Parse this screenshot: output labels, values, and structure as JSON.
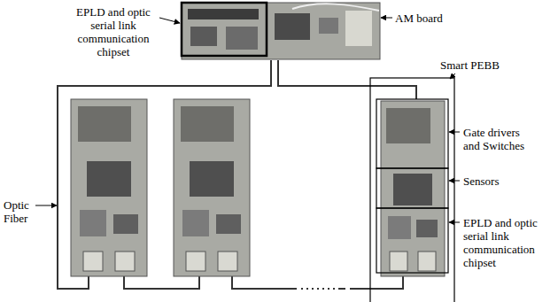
{
  "diagram": {
    "labels": [
      "EPLD and optic serial link communication chipset",
      "AM board",
      "Smart PEBB",
      "Optic Fiber",
      "Gate drivers and Switches",
      "Sensors",
      "EPLD and optic serial link communication chipset"
    ]
  }
}
